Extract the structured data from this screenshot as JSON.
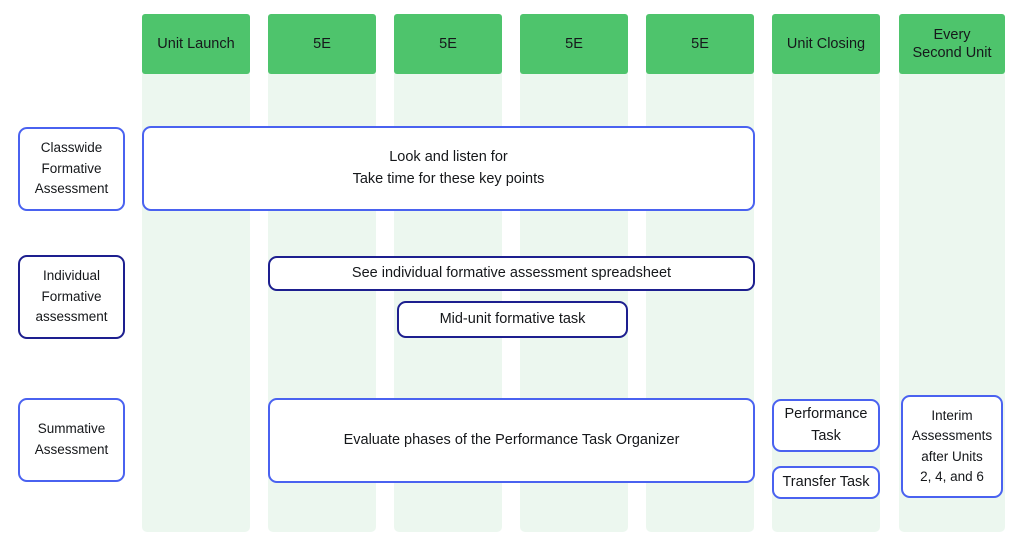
{
  "palette": {
    "header_green": "#4ec46c",
    "column_band": "#ecf7ef",
    "border_royal_blue": "#4a62f0",
    "border_navy": "#1d1f8f",
    "page_background": "#ffffff",
    "text": "#15171a"
  },
  "columns": [
    {
      "id": "unit-launch",
      "label_lines": [
        "Unit Launch"
      ]
    },
    {
      "id": "5e-1",
      "label_lines": [
        "5E"
      ]
    },
    {
      "id": "5e-2",
      "label_lines": [
        "5E"
      ]
    },
    {
      "id": "5e-3",
      "label_lines": [
        "5E"
      ]
    },
    {
      "id": "5e-4",
      "label_lines": [
        "5E"
      ]
    },
    {
      "id": "unit-closing",
      "label_lines": [
        "Unit Closing"
      ]
    },
    {
      "id": "every-second-unit",
      "label_lines": [
        "Every",
        "Second Unit"
      ]
    }
  ],
  "rows": [
    {
      "id": "classwide-formative-assessment",
      "label_lines": [
        "Classwide",
        "Formative",
        "Assessment"
      ],
      "border": "royal"
    },
    {
      "id": "individual-formative-assessment",
      "label_lines": [
        "Individual",
        "Formative",
        "assessment"
      ],
      "border": "navy"
    },
    {
      "id": "summative-assessment",
      "label_lines": [
        "Summative",
        "Assessment"
      ],
      "border": "royal"
    }
  ],
  "boxes": [
    {
      "id": "look-and-listen",
      "row": "classwide-formative-assessment",
      "lines": [
        "Look and listen for",
        "Take time for these key points"
      ],
      "border": "royal",
      "spans_columns": [
        "unit-launch",
        "5e-1",
        "5e-2",
        "5e-3",
        "5e-4"
      ]
    },
    {
      "id": "individual-formative-assessment-spreadsheet",
      "row": "individual-formative-assessment",
      "lines": [
        "See individual formative assessment spreadsheet"
      ],
      "border": "navy",
      "spans_columns": [
        "5e-1",
        "5e-2",
        "5e-3",
        "5e-4"
      ]
    },
    {
      "id": "mid-unit-formative-task",
      "row": "individual-formative-assessment",
      "lines": [
        "Mid-unit formative task"
      ],
      "border": "navy",
      "spans_columns": [
        "5e-2",
        "5e-3"
      ]
    },
    {
      "id": "evaluate-performance-task-organizer",
      "row": "summative-assessment",
      "lines": [
        "Evaluate phases of the Performance Task Organizer"
      ],
      "border": "royal",
      "spans_columns": [
        "5e-1",
        "5e-2",
        "5e-3",
        "5e-4"
      ]
    },
    {
      "id": "performance-task",
      "row": "summative-assessment",
      "lines": [
        "Performance",
        "Task"
      ],
      "border": "royal",
      "spans_columns": [
        "unit-closing"
      ]
    },
    {
      "id": "transfer-task",
      "row": "summative-assessment",
      "lines": [
        "Transfer Task"
      ],
      "border": "royal",
      "spans_columns": [
        "unit-closing"
      ]
    },
    {
      "id": "interim-assessments",
      "row": "summative-assessment",
      "lines": [
        "Interim",
        "Assessments",
        "after Units",
        "2, 4, and 6"
      ],
      "border": "royal",
      "spans_columns": [
        "every-second-unit"
      ]
    }
  ]
}
